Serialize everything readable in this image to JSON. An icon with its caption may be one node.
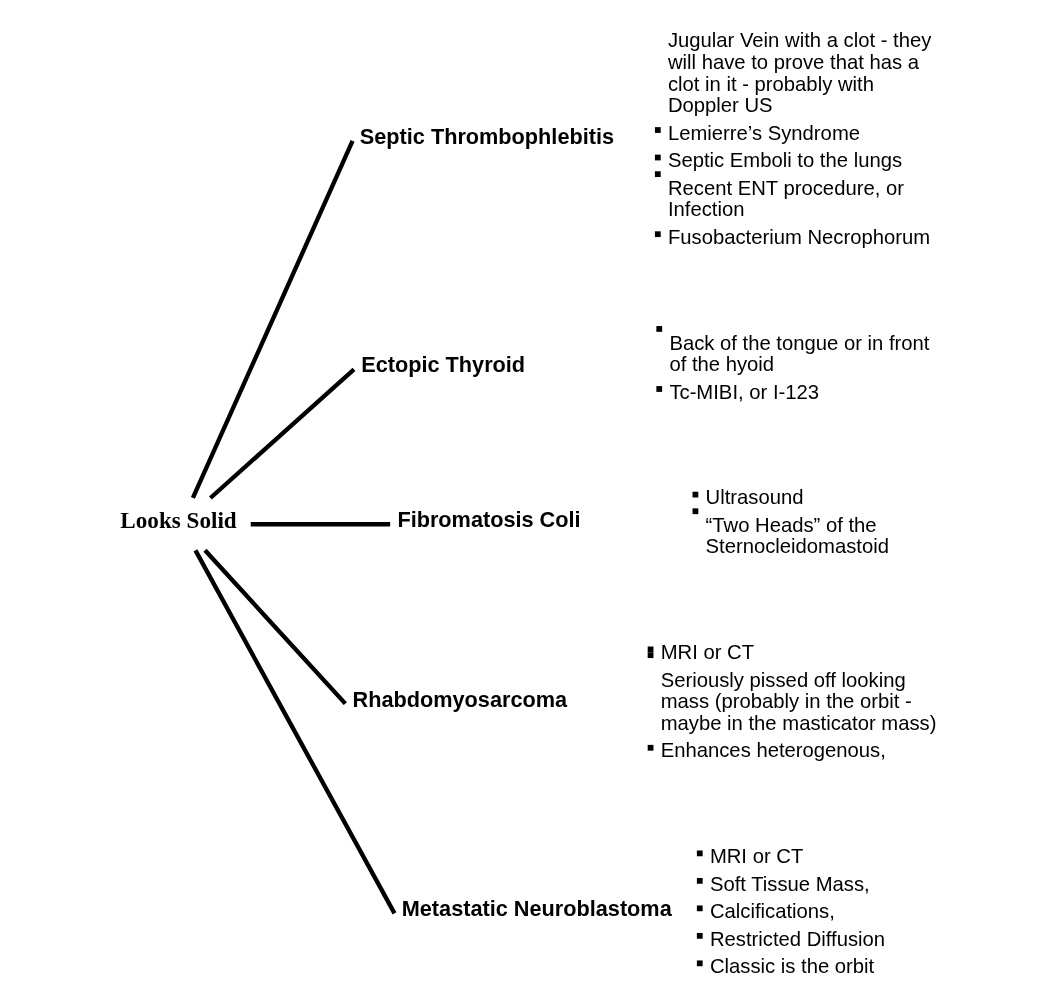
{
  "diagram": {
    "nodes": [
      {
        "text": [
          "Looks Solid"
        ]
      },
      {
        "text": [
          "Septic Thrombophlebitis"
        ],
        "beside": [
          "Jugular Vein with a clot - they will have to prove that has a clot in it - probably with Doppler US",
          "Lemierre’s Syndrome",
          "Septic Emboli to the lungs",
          "Recent ENT procedure, or Infection",
          "Fusobacterium Necrophorum"
        ]
      },
      {
        "text": [
          "Ectopic Thyroid"
        ],
        "beside": [
          "Back of the tongue or in front of the hyoid",
          "Tc-MIBI, or I-123"
        ]
      },
      {
        "text": [
          "Fibromatosis Coli"
        ],
        "beside": [
          "Ultrasound",
          "“Two Heads” of the Sternocleidomastoid"
        ]
      },
      {
        "text": [
          "Rhabdomyosarcoma"
        ],
        "beside": [
          "MRI or CT",
          "Seriously pissed off looking mass (probably in the orbit - maybe in the masticator mass)",
          "Enhances heterogenous,"
        ]
      },
      {
        "text": [
          "Metastatic Neuroblastoma"
        ],
        "beside": [
          "MRI or CT",
          "Soft Tissue Mass,",
          "Calcifications,",
          "Restricted Diffusion",
          "Classic is the orbit"
        ]
      }
    ],
    "edges": [
      {
        "from": 0,
        "to": 1,
        "arrow": "none"
      },
      {
        "from": 0,
        "to": 2,
        "arrow": "none"
      },
      {
        "from": 0,
        "to": 3,
        "arrow": "none"
      },
      {
        "from": 0,
        "to": 4,
        "arrow": "none"
      },
      {
        "from": 0,
        "to": 5,
        "arrow": "none"
      }
    ]
  }
}
